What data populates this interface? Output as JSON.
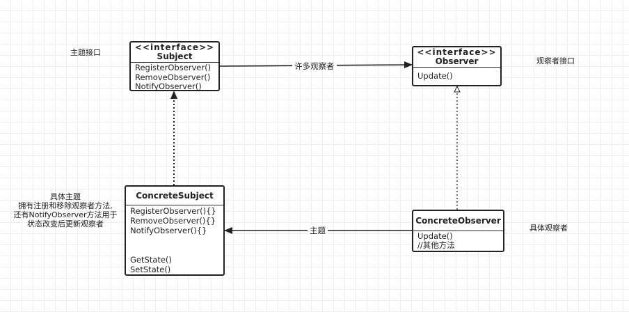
{
  "subject": {
    "stereotype": "<<interface>>",
    "name": "Subject",
    "ops": [
      "RegisterObserver()",
      "RemoveObserver()",
      "NotifyObserver()"
    ]
  },
  "observer": {
    "stereotype": "<<interface>>",
    "name": "Observer",
    "ops": [
      "Update()"
    ]
  },
  "concrete_subject": {
    "name": "ConcreteSubject",
    "ops": [
      "RegisterObserver(){}",
      "RemoveObserver(){}",
      "NotifyObserver(){}",
      "",
      "",
      "GetState()",
      "SetState()"
    ]
  },
  "concrete_observer": {
    "name": "ConcreteObserver",
    "ops": [
      "Update()",
      "//其他方法"
    ]
  },
  "notes": {
    "subject_interface": "主题接口",
    "observer_interface": "观察者接口",
    "concrete_subject_lines": [
      "具体主题",
      "拥有注册和移除观察者方法,",
      "还有NotifyObserver方法用于",
      "状态改变后更新观察者"
    ],
    "concrete_observer": "具体观察者"
  },
  "edges": {
    "many_observers": "许多观察者",
    "subject_label": "主题"
  }
}
